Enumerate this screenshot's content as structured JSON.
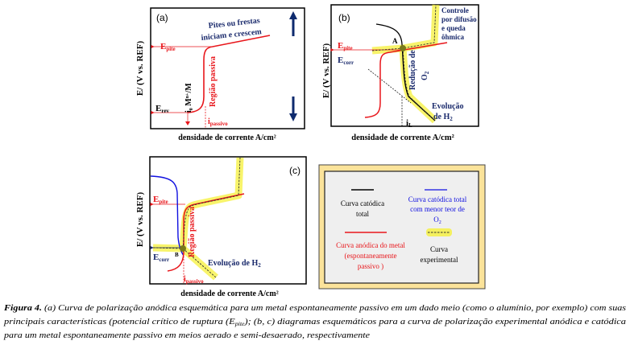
{
  "colors": {
    "anodic": "#e8161b",
    "cathodic": "#000000",
    "cathodic_low_o2": "#1010e0",
    "experimental_highlight": "#f5f03a",
    "annotation": "#1a2a6c",
    "legend_frame": "#fbe39a",
    "legend_bg": "#efefef"
  },
  "common": {
    "x_axis_label": "densidade de corrente A/cm²",
    "y_axis_label": "E/ (V vs. REF)"
  },
  "panel_a": {
    "label": "(a)",
    "pit_text_1": "Pites ou frestas",
    "pit_text_2": "iniciam e crescem",
    "e_pite": {
      "main": "E",
      "sub": "pite"
    },
    "e_rev": {
      "main": "E",
      "sub": "rev"
    },
    "i0": {
      "main": "i",
      "sub": "0",
      "tail": " M",
      "sup": "n+",
      "end": "/M"
    },
    "passive_region": "Região passiva",
    "i_passivo": {
      "main": "i",
      "sub": "passivo"
    }
  },
  "panel_b": {
    "label": "(b)",
    "point": "A",
    "e_pite": {
      "main": "E",
      "sub": "pite"
    },
    "e_corr": {
      "main": "E",
      "sub": "corr"
    },
    "control_text": [
      "Controle",
      "por difusão",
      "e queda",
      "ôhmica"
    ],
    "o2_reduction": {
      "line1": "Redução de",
      "line2_main": "O",
      "line2_sub": "2"
    },
    "h2_evolution": {
      "line1": "Evolução",
      "line2_main": "de H",
      "line2_sub": "2"
    },
    "i_l": {
      "main": "i",
      "sub": "L"
    }
  },
  "panel_c": {
    "label": "(c)",
    "point": "B",
    "e_pite": {
      "main": "E",
      "sub": "pite"
    },
    "e_corr": {
      "main": "E",
      "sub": "corr"
    },
    "passive_region": "Região passiva",
    "h2_evolution": {
      "main": "Evolução de H",
      "sub": "2"
    },
    "i_passivo": {
      "main": "i",
      "sub": "passivo"
    }
  },
  "legend": {
    "cathodic_total": [
      "Curva catódica",
      "total"
    ],
    "cathodic_low_o2": [
      "Curva catódica total",
      "com menor teor de",
      "O",
      "2"
    ],
    "anodic": [
      "Curva anódica do metal",
      "(espontaneamente",
      "passivo )"
    ],
    "experimental": [
      "Curva",
      "experimental"
    ]
  },
  "caption": {
    "figure_label": "Figura 4.",
    "line1": " (a) Curva de polarização anódica esquemática para um metal espontaneamente passivo em um dado meio (como o alumínio, por exemplo) com suas",
    "line2_a": "principais características (potencial crítico de ruptura (E",
    "line2_sub": "pite",
    "line2_b": "); (b, c) diagramas esquemáticos para a curva de polarização experimental anódica e catódica",
    "line3": "para um metal espontaneamente passivo em meios aerado e semi-desaerado, respectivamente"
  }
}
